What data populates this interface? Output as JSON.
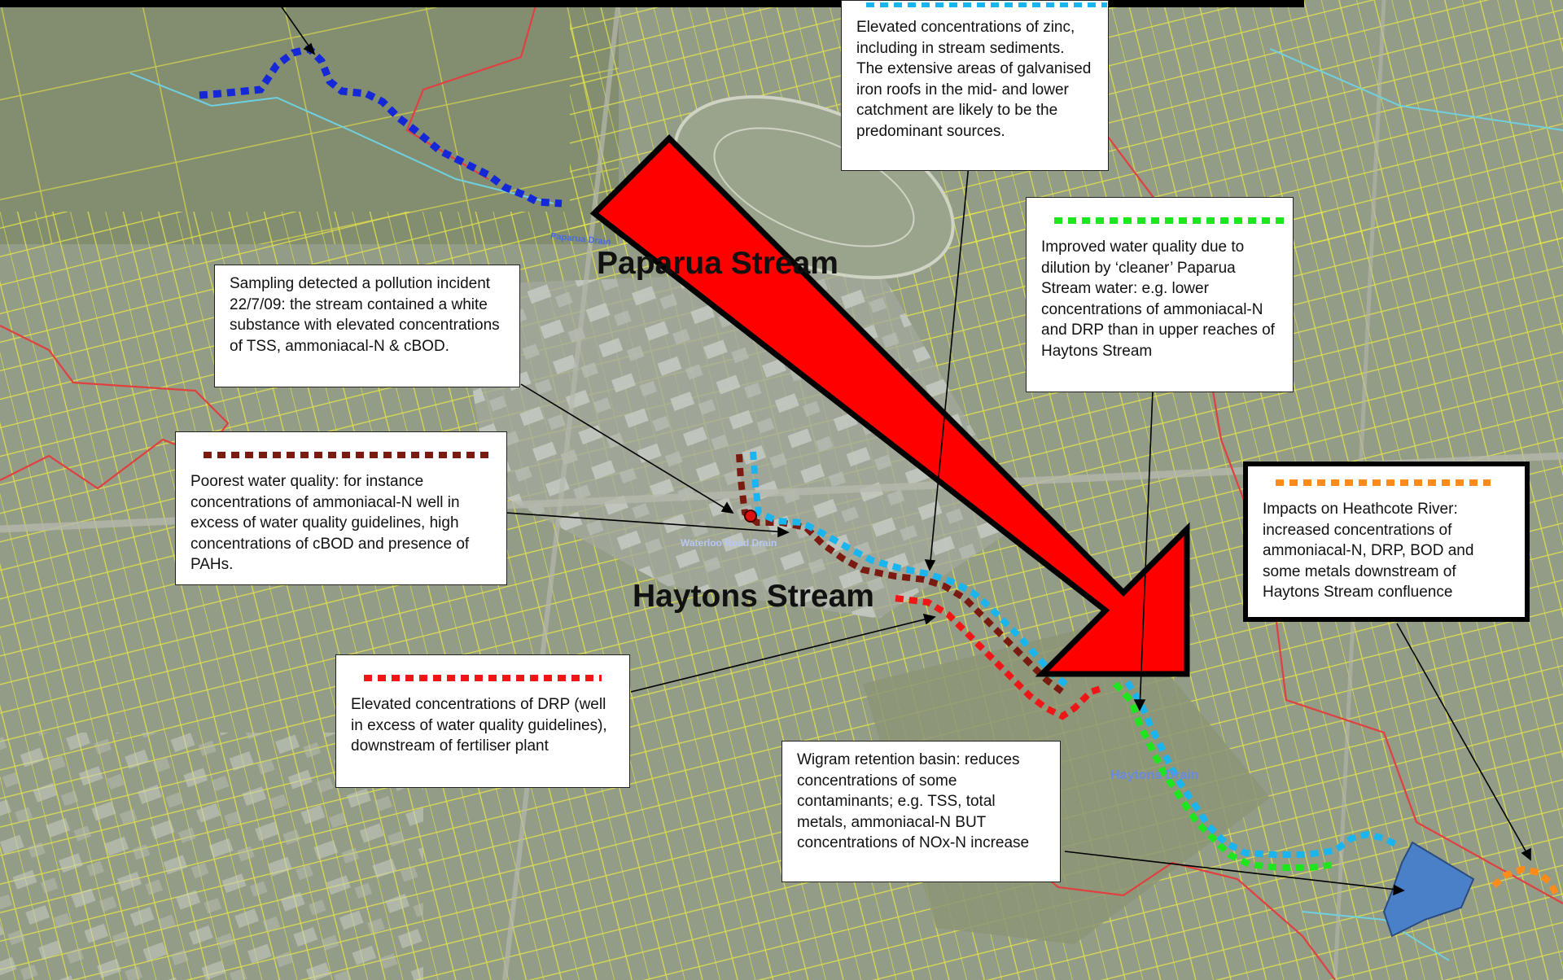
{
  "labels": {
    "paparua_stream": "Paparua Stream",
    "haytons_stream": "Haytons Stream",
    "waterloo_road_drain": "Waterloo Road Drain",
    "haytons_drain": "Haytons Drain",
    "paparua_drain": "Paparua Drain"
  },
  "callouts": {
    "zinc": "Elevated concentrations of zinc, including in stream sediments. The extensive areas of galvanised iron roofs in the mid- and lower catchment are likely to be the predominant sources.",
    "pollution_incident": "Sampling detected a pollution incident 22/7/09: the stream contained a white substance with elevated concentrations of TSS, ammoniacal-N & cBOD.",
    "improved_quality": "Improved water quality due to dilution by ‘cleaner’ Paparua Stream water: e.g. lower concentrations of ammoniacal-N and DRP than in upper reaches of Haytons Stream",
    "poorest_quality": "Poorest water quality: for instance concentrations of ammoniacal-N well in excess of water quality guidelines, high concentrations of cBOD and presence of PAHs.",
    "heathcote_impacts": "Impacts on Heathcote River: increased concentrations of ammoniacal-N, DRP, BOD and some metals downstream of Haytons Stream confluence",
    "drp": "Elevated concentrations of DRP (well in excess of water quality guidelines), downstream of fertiliser plant",
    "wigram_basin": "Wigram retention basin: reduces concentrations of some contaminants; e.g. TSS, total metals, ammoniacal-N BUT concentrations of NOx-N increase"
  },
  "colors": {
    "paparua_upper": "#1428d8",
    "zinc": "#1ab4ee",
    "improved": "#1ee61e",
    "poorest": "#7a1a10",
    "drp": "#ee1616",
    "heathcote": "#ff8c1a",
    "arrow": "#ff0000",
    "basin": "#4a80c8",
    "catchment_boundary": "#e04040"
  }
}
